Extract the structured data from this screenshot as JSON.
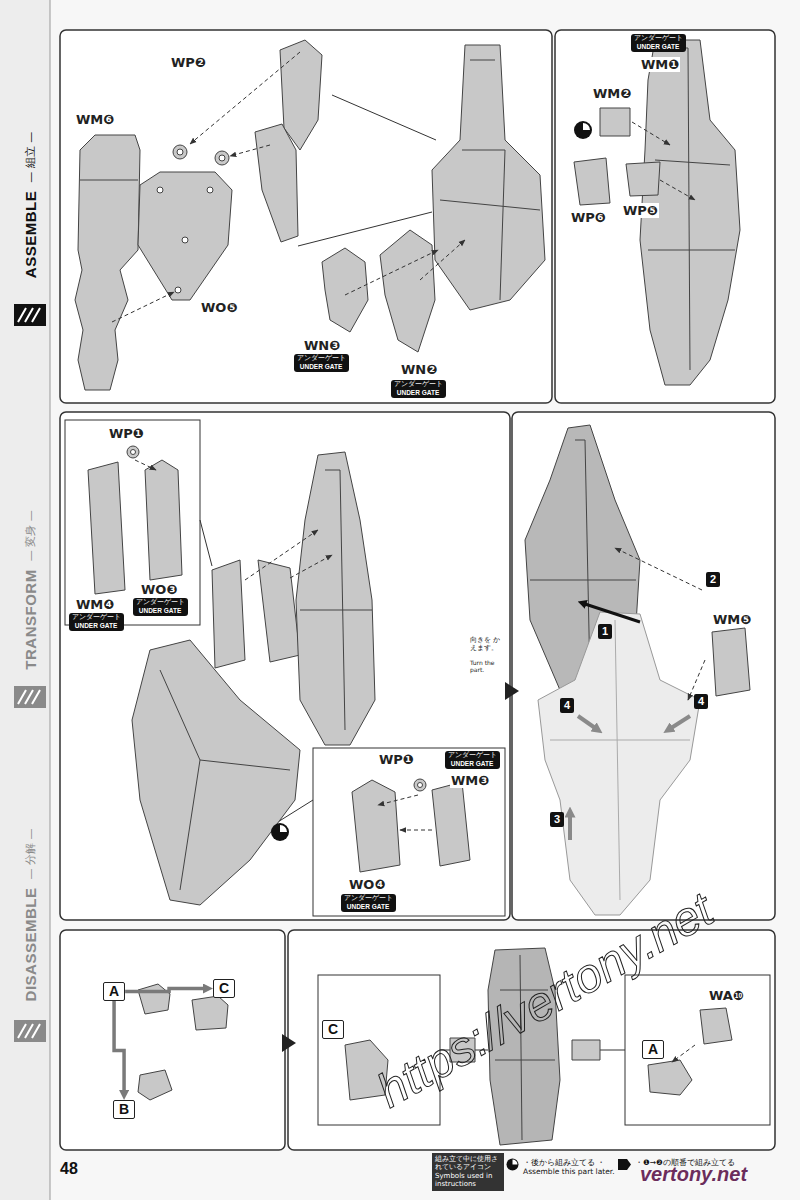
{
  "diagram": {
    "nodes": [
      {
        "text": [
          "ASSEMBLE",
          "— 組立 —"
        ]
      },
      {
        "text": [
          "TRANSFORM",
          "— 変身 —"
        ]
      },
      {
        "text": [
          "DISASSEMBLE",
          "— 分解 —"
        ]
      },
      {
        "text": [
          "アンダーゲート",
          "UNDER GATE"
        ]
      },
      {
        "text": [
          "アンダーゲート",
          "UNDER GATE"
        ]
      },
      {
        "text": [
          "アンダーゲート",
          "UNDER GATE"
        ]
      },
      {
        "text": [
          "アンダーゲート",
          "UNDER GATE"
        ]
      },
      {
        "text": [
          "アンダーゲート",
          "UNDER GATE"
        ]
      },
      {
        "text": [
          "アンダーゲート",
          "UNDER GATE"
        ]
      },
      {
        "text": [
          "アンダーゲート",
          "UNDER GATE"
        ]
      },
      {
        "text": [
          "A"
        ]
      },
      {
        "text": [
          "C"
        ]
      },
      {
        "text": [
          "B"
        ]
      },
      {
        "text": [
          "C"
        ]
      },
      {
        "text": [
          "A"
        ]
      },
      {
        "text": [
          "組み立て中に使用されているアイコン",
          "Symbols used in instructions"
        ]
      }
    ],
    "edges": [
      {
        "from": 10,
        "to": 11,
        "arrow": "to"
      },
      {
        "from": 10,
        "to": 12,
        "arrow": "to"
      }
    ],
    "labels": [
      "WP❷",
      "WM❻",
      "WO❺",
      "WN❸",
      "WN❷",
      "WM❶",
      "WM❷",
      "WP❻",
      "WP❺",
      "WP❶",
      "WM❹",
      "WO❸",
      "WP❶",
      "WM❸",
      "WO❹",
      "向きを かえます。",
      "Turn the part.",
      "WM❺",
      "1",
      "2",
      "3",
      "4",
      "4",
      "WA❿",
      "48",
      "https://vertony.net",
      "vertony.net"
    ],
    "legend": [
      {
        "text": "・後から組み立てる ・Assemble this part later."
      },
      {
        "text": "・❶→❷の順番で組み立てる"
      }
    ]
  }
}
